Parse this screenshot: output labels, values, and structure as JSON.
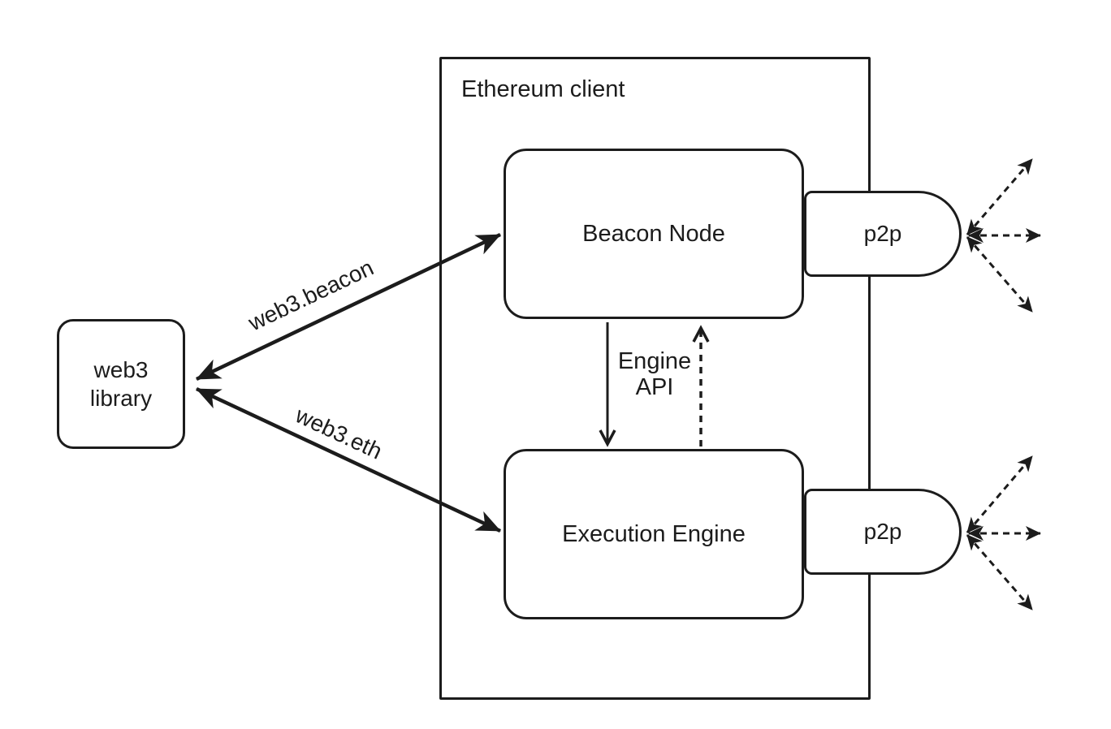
{
  "canvas": {
    "colors": {
      "ink": "#1c1c1c",
      "background": "#ffffff"
    }
  },
  "ethereum_client": {
    "title": "Ethereum client"
  },
  "nodes": {
    "web3_library": {
      "line1": "web3",
      "line2": "library"
    },
    "beacon_node": {
      "label": "Beacon Node"
    },
    "execution_engine": {
      "label": "Execution Engine"
    },
    "p2p_top": {
      "label": "p2p"
    },
    "p2p_bottom": {
      "label": "p2p"
    }
  },
  "edges": {
    "web3_beacon": {
      "label": "web3.beacon"
    },
    "web3_eth": {
      "label": "web3.eth"
    },
    "engine_api": {
      "line1": "Engine",
      "line2": "API"
    }
  }
}
